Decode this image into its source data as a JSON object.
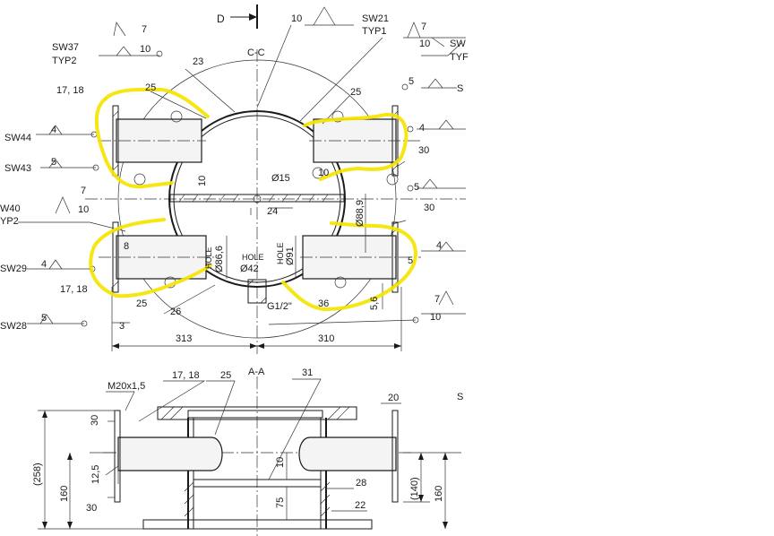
{
  "sections": {
    "cc": "C-C",
    "aa": "A-A",
    "view_d": "D"
  },
  "labels": {
    "sw21": "SW21",
    "typ1": "TYP1",
    "sw37": "SW37",
    "typ2a": "TYP2",
    "sw_right_cut": "SW",
    "typ_right_cut": "TYF",
    "sw44": "SW44",
    "sw43": "SW43",
    "sw40": "W40",
    "typ2b": "YP2",
    "sw29": "SW29",
    "sw28": "SW28",
    "hole_left": "HOLE",
    "dia_left": "Ø86,6",
    "hole_mid": "HOLE",
    "dia_mid": "Ø42",
    "hole_right": "HOLE",
    "dia_right": "Ø91",
    "dia_15": "Ø15",
    "dia_889": "Ø88,9",
    "g12": "G1/2\"",
    "m20": "M20x1,5",
    "s_cut": "S",
    "s_cut2": "S"
  },
  "numbers": {
    "n10_top": "10",
    "n7_top": "7",
    "n10_b": "10",
    "n7_a": "7",
    "n10_a": "10",
    "n10_c": "10",
    "n23": "23",
    "n25_a": "25",
    "n25_b": "25",
    "n1718_a": "17, 18",
    "n5_a": "5",
    "n4_a": "4",
    "n4_b": "4",
    "n5_b": "5",
    "n30_a": "30",
    "n5_c": "5",
    "n10_d": "10",
    "n15": "Ø15",
    "n24": "24",
    "n30_b": "30",
    "n7_b": "7",
    "n10_e": "10",
    "n8": "8",
    "n4_c": "4",
    "n4_d": "4",
    "n5_d": "5",
    "n1718_b": "17, 18",
    "n25_c": "25",
    "n26": "26",
    "n36": "36",
    "n5_e": "5,6",
    "n5_f": "5",
    "n3": "3",
    "n7_c": "7",
    "n10_f": "10",
    "n313": "313",
    "n310": "310",
    "n1718_c": "17, 18",
    "n25_d": "25",
    "n31": "31",
    "n20": "20",
    "n30_c": "30",
    "n258": "(258)",
    "n160_a": "160",
    "n125": "12,5",
    "n30_d": "30",
    "n10_g": "10",
    "n75": "75",
    "n28": "28",
    "n22": "22",
    "n140": "(140)",
    "n160_b": "160"
  },
  "icons": {
    "weld_symbol": "weld-flag-icon",
    "view_arrow": "view-direction-arrow-icon",
    "balloon": "leader-balloon-icon"
  },
  "colors": {
    "ink": "#1a1a1a",
    "highlight": "#f5e400",
    "paper": "#ffffff"
  }
}
